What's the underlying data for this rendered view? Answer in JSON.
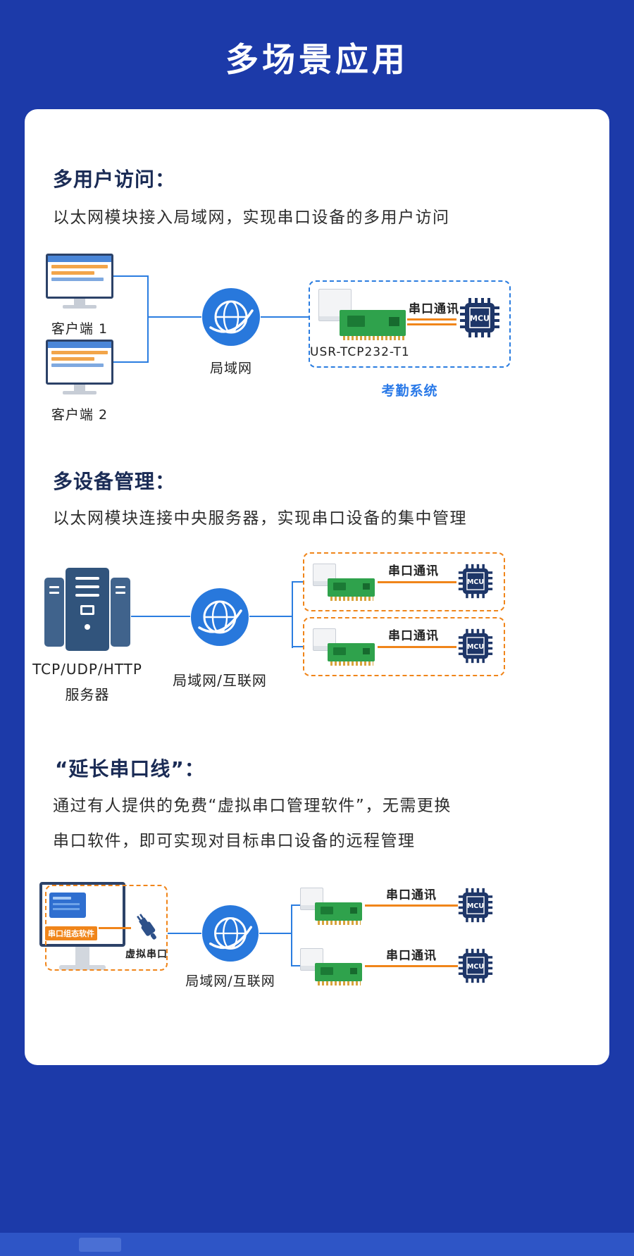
{
  "page": {
    "title": "多场景应用"
  },
  "colors": {
    "background": "#1c3aa9",
    "card": "#ffffff",
    "accent_blue": "#2b7de0",
    "accent_orange": "#f0851a",
    "globe_blue": "#2878dc",
    "mcu_navy": "#1e3668"
  },
  "section1": {
    "heading": "多用户访问：",
    "body": "以太网模块接入局域网，实现串口设备的多用户访问",
    "client1_label": "客户端 1",
    "client2_label": "客户端 2",
    "network_label": "局域网",
    "module_model": "USR-TCP232-T1",
    "serial_label": "串口通讯",
    "mcu": "MCU",
    "system_label": "考勤系统"
  },
  "section2": {
    "heading": "多设备管理：",
    "body": "以太网模块连接中央服务器，实现串口设备的集中管理",
    "server_line1": "TCP/UDP/HTTP",
    "server_line2": "服务器",
    "network_label": "局域网/互联网",
    "serial_label": "串口通讯",
    "mcu": "MCU"
  },
  "section3": {
    "heading": "“延长串口线”：",
    "body_line1": "通过有人提供的免费“虚拟串口管理软件”，无需更换",
    "body_line2": "串口软件，即可实现对目标串口设备的远程管理",
    "software_label": "串口组态软件",
    "virtual_port_label": "虚拟串口",
    "network_label": "局域网/互联网",
    "serial_label": "串口通讯",
    "mcu": "MCU"
  }
}
